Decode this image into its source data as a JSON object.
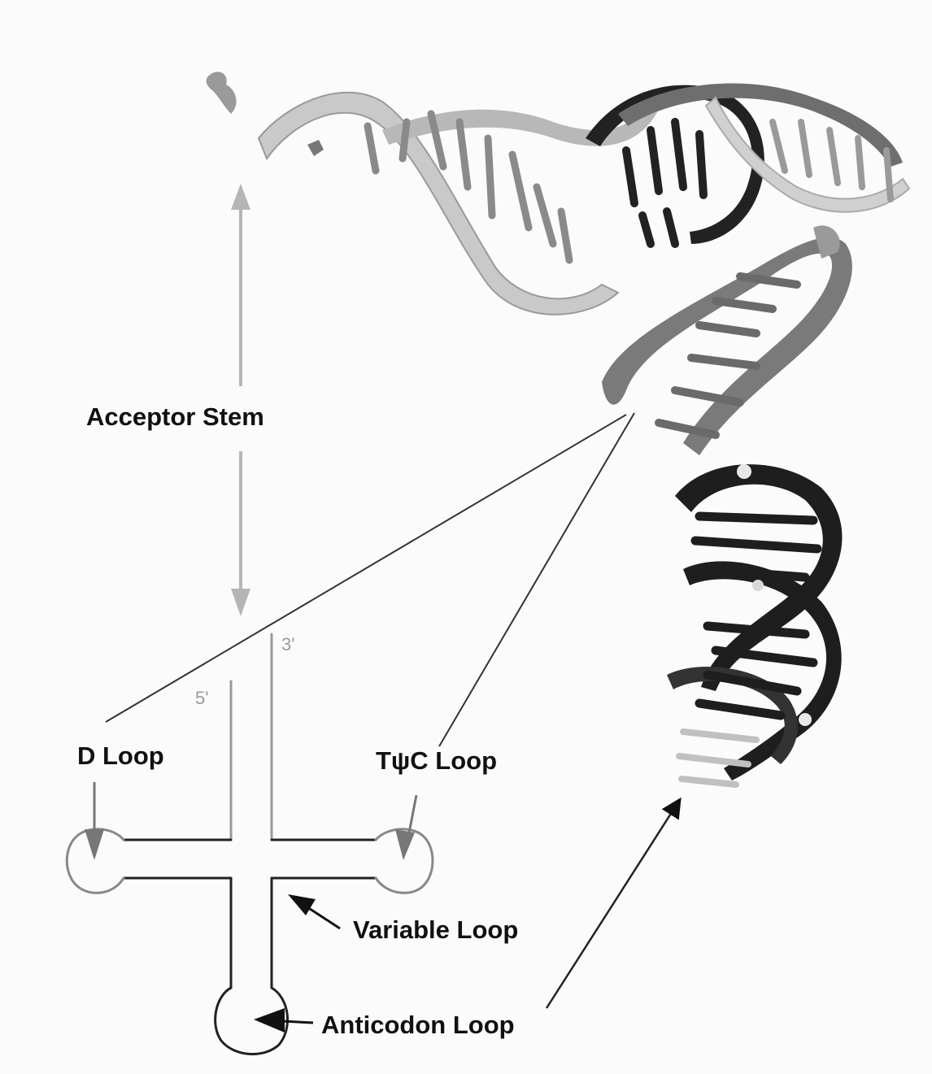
{
  "labels": {
    "acceptor_stem": "Acceptor Stem",
    "d_loop": "D Loop",
    "tpsic_loop": "TψC Loop",
    "variable_loop": "Variable Loop",
    "anticodon_loop": "Anticodon Loop",
    "five_prime": "5'",
    "three_prime": "3'"
  },
  "colors": {
    "dark_ribbon": "#1e1e1e",
    "mid_ribbon": "#7d7d7d",
    "light_ribbon": "#c4c4c4",
    "arrow_gray": "#b5b5b5",
    "outline": "#111111"
  }
}
